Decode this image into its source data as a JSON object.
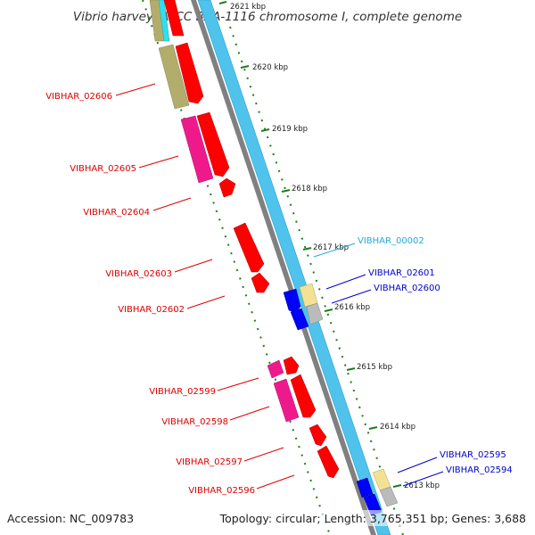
{
  "title": "Vibrio harveyi ATCC BAA-1116 chromosome I, complete genome",
  "footer": {
    "accession": "Accession: NC_009783",
    "topology": "Topology: circular; Length: 3,765,351 bp; Genes: 3,688"
  },
  "colors": {
    "backbone_blue": "#4fc3ec",
    "backbone_gray": "#808080",
    "kbp_tick": "#1e7d1e",
    "label_red": "#dd0000",
    "label_blue": "#0000cc",
    "label_cyan": "#22aadd",
    "gene_red": "#ff0000",
    "gene_magenta": "#ee1a8c",
    "gene_olive": "#b3ad6c",
    "gene_blue": "#0000ff",
    "gene_yellow": "#f3e293",
    "gene_gray": "#bbbbbb",
    "gene_cyan": "#33ddee"
  },
  "kbp_ticks": [
    {
      "label": "2621 kbp"
    },
    {
      "label": "2620 kbp"
    },
    {
      "label": "2619 kbp"
    },
    {
      "label": "2618 kbp"
    },
    {
      "label": "2617 kbp"
    },
    {
      "label": "2616 kbp"
    },
    {
      "label": "2615 kbp"
    },
    {
      "label": "2614 kbp"
    },
    {
      "label": "2613 kbp"
    }
  ],
  "gene_labels": {
    "left": [
      {
        "text": "VIBHAR_02606",
        "color": "#dd0000"
      },
      {
        "text": "VIBHAR_02605",
        "color": "#dd0000"
      },
      {
        "text": "VIBHAR_02604",
        "color": "#dd0000"
      },
      {
        "text": "VIBHAR_02603",
        "color": "#dd0000"
      },
      {
        "text": "VIBHAR_02602",
        "color": "#dd0000"
      },
      {
        "text": "VIBHAR_02599",
        "color": "#dd0000"
      },
      {
        "text": "VIBHAR_02598",
        "color": "#dd0000"
      },
      {
        "text": "VIBHAR_02597",
        "color": "#dd0000"
      },
      {
        "text": "VIBHAR_02596",
        "color": "#dd0000"
      }
    ],
    "right": [
      {
        "text": "VIBHAR_00002",
        "color": "#22aadd"
      },
      {
        "text": "VIBHAR_02601",
        "color": "#0000cc"
      },
      {
        "text": "VIBHAR_02600",
        "color": "#0000cc"
      },
      {
        "text": "VIBHAR_02595",
        "color": "#0000cc"
      },
      {
        "text": "VIBHAR_02594",
        "color": "#0000cc"
      }
    ]
  }
}
